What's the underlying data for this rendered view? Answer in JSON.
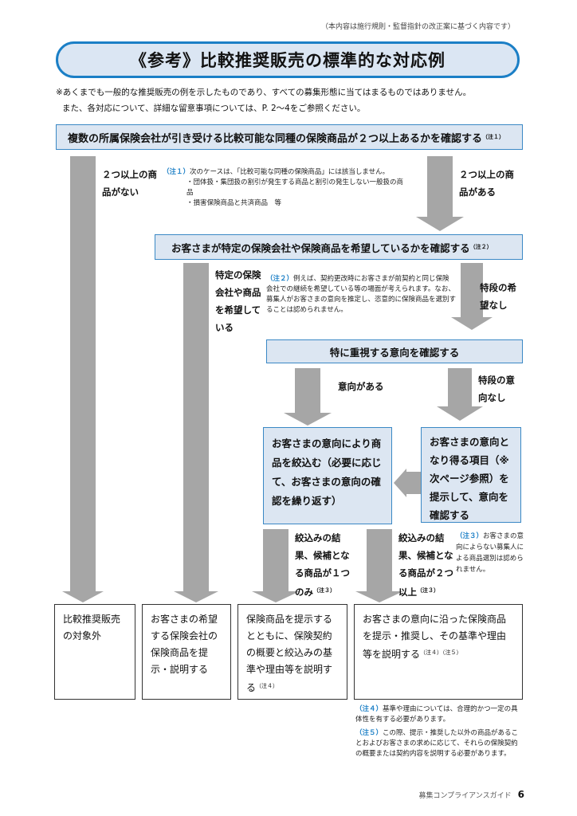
{
  "header_note": "（本内容は施行規則・監督指針の改正案に基づく内容です）",
  "title": "《参考》比較推奨販売の標準的な対応例",
  "disclaimer_1": "※あくまでも一般的な推奨販売の例を示したものであり、すべての募集形態に当てはまるものではありません。",
  "disclaimer_2": "また、各対応について、詳細な留意事項については、P. 2～4をご参照ください。",
  "step1": {
    "text": "複数の所属保険会社が引き受ける比較可能な同種の保険商品が２つ以上あるかを確認する",
    "sup": "（注１）"
  },
  "step1_no": "２つ以上の商品がない",
  "step1_yes": "２つ以上の商品がある",
  "note1": {
    "tag": "（注１）",
    "line1": "次のケースは、「比較可能な同種の保険商品」には該当しません。",
    "line2": "・団体扱・集団扱の割引が発生する商品と割引の発生しない一般扱の商品",
    "line3": "・損害保険商品と共済商品　等"
  },
  "step2": {
    "text": "お客さまが特定の保険会社や保険商品を希望しているかを確認する",
    "sup": "（注２）"
  },
  "step2_yes": "特定の保険会社や商品を希望している",
  "step2_no": "特段の希望なし",
  "note2": {
    "tag": "（注２）",
    "text": "例えば、契約更改時にお客さまが前契約と同じ保険会社での継続を希望している等の場面が考えられます。なお、募集人がお客さまの意向を推定し、恣意的に保険商品を選別することは認められません。"
  },
  "step3": "特に重視する意向を確認する",
  "step3_yes": "意向がある",
  "step3_no": "特段の意向なし",
  "box_narrow": "お客さまの意向により商品を絞込む（必要に応じて、お客さまの意向の確認を繰り返す）",
  "box_items": "お客さまの意向となり得る項目（※次ページ参照）を提示して、意向を確認する",
  "result_one": {
    "text": "絞込みの結果、候補となる商品が１つのみ",
    "sup": "（注３）"
  },
  "result_two": {
    "text": "絞込みの結果、候補となる商品が２つ以上",
    "sup": "（注３）"
  },
  "note3": {
    "tag": "（注３）",
    "text": "お客さまの意向によらない募集人による商品選別は認められません。"
  },
  "out1": "比較推奨販売の対象外",
  "out2": "お客さまの希望する保険会社の保険商品を提示・説明する",
  "out3": {
    "text": "保険商品を提示するとともに、保険契約の概要と絞込みの基準や理由等を説明する",
    "sup": "（注４）"
  },
  "out4": {
    "text": "お客さまの意向に沿った保険商品を提示・推奨し、その基準や理由等を説明する",
    "sup": "（注４）（注５）"
  },
  "note4": {
    "tag": "（注４）",
    "text": "基準や理由については、合理的かつ一定の具体性を有する必要があります。"
  },
  "note5": {
    "tag": "（注５）",
    "text": "この際、提示・推奨した以外の商品があることおよびお客さまの求めに応じて、それらの保険契約の概要または契約内容を説明する必要があります。"
  },
  "footer_label": "募集コンプライアンスガイド",
  "footer_page": "6",
  "colors": {
    "accent": "#1b7fc6",
    "box_fill": "#dce6f2",
    "arrow": "#a6a6a6"
  }
}
